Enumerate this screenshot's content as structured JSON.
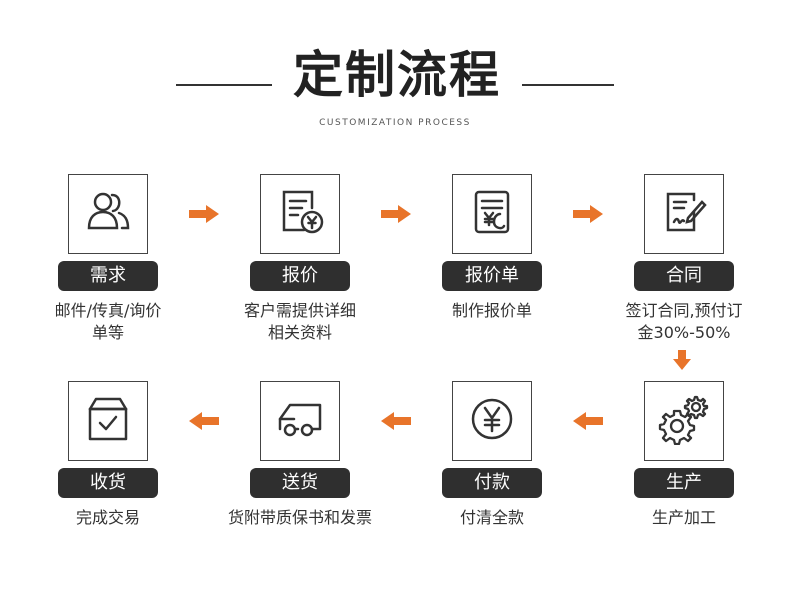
{
  "header": {
    "title": "定制流程",
    "subtitle": "CUSTOMIZATION PROCESS"
  },
  "steps": [
    {
      "label": "需求",
      "desc_1": "邮件/传真/询价",
      "desc_2": "单等",
      "icon": "users-icon"
    },
    {
      "label": "报价",
      "desc_1": "客户需提供详细",
      "desc_2": "相关资料",
      "icon": "quote-document-yen-icon"
    },
    {
      "label": "报价单",
      "desc_1": "制作报价单",
      "desc_2": "",
      "icon": "quote-sheet-icon"
    },
    {
      "label": "合同",
      "desc_1": "签订合同,预付订",
      "desc_2": "金30%-50%",
      "icon": "contract-sign-icon"
    },
    {
      "label": "生产",
      "desc_1": "生产加工",
      "desc_2": "",
      "icon": "gears-icon"
    },
    {
      "label": "付款",
      "desc_1": "付清全款",
      "desc_2": "",
      "icon": "yen-coin-icon"
    },
    {
      "label": "送货",
      "desc_1": "货附带质保书和发票",
      "desc_2": "",
      "icon": "delivery-van-icon"
    },
    {
      "label": "收货",
      "desc_1": "完成交易",
      "desc_2": "",
      "icon": "package-check-icon"
    }
  ],
  "colors": {
    "accent": "#e8742a",
    "pill": "#2f2f2f",
    "border": "#444444"
  }
}
